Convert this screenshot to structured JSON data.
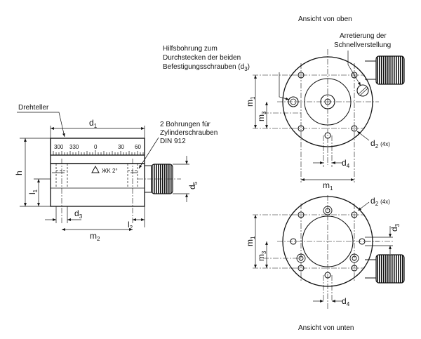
{
  "labels": {
    "top_view_title": "Ansicht von oben",
    "bottom_view_title": "Ansicht von unten",
    "aux_hole_line1": "Hilfsbohrung zum",
    "aux_hole_line2": "Durchstecken der beiden",
    "aux_hole_line3": "Befestigungsschrauben (d",
    "aux_hole_sub": "3",
    "aux_hole_close": ")",
    "lock_line1": "Arretierung der",
    "lock_line2": "Schnellverstellung",
    "turntable": "Drehteller",
    "bores_line1": "2 Bohrungen für",
    "bores_line2": "Zylinderschrauben",
    "bores_line3": "DIN 912",
    "vernier": "ЖK 2°"
  },
  "scale_ticks": [
    "300",
    "330",
    "0",
    "30",
    "60"
  ],
  "dims": {
    "d": "d",
    "m": "m",
    "h": "h",
    "l": "l",
    "sub1": "1",
    "sub2": "2",
    "sub3": "3",
    "sub4": "4",
    "sub5": "5",
    "count": "(4x)"
  }
}
